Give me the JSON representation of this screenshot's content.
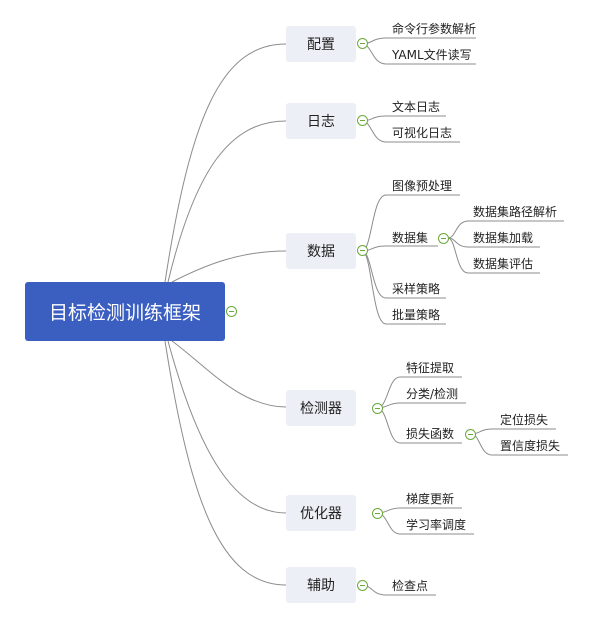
{
  "root": {
    "label": "目标检测训练框架"
  },
  "branches": {
    "config": {
      "label": "配置",
      "items": [
        "命令行参数解析",
        "YAML文件读写"
      ]
    },
    "log": {
      "label": "日志",
      "items": [
        "文本日志",
        "可视化日志"
      ]
    },
    "data": {
      "label": "数据",
      "items": [
        "图像预处理",
        "数据集",
        "采样策略",
        "批量策略"
      ],
      "dataset_children": [
        "数据集路径解析",
        "数据集加载",
        "数据集评估"
      ]
    },
    "detector": {
      "label": "检测器",
      "items": [
        "特征提取",
        "分类/检测",
        "损失函数"
      ],
      "loss_children": [
        "定位损失",
        "置信度损失"
      ]
    },
    "optimizer": {
      "label": "优化器",
      "items": [
        "梯度更新",
        "学习率调度"
      ]
    },
    "aux": {
      "label": "辅助",
      "items": [
        "检查点"
      ]
    }
  },
  "colors": {
    "root": "#3b5ec1",
    "branch": "#eceff5",
    "line": "#8c8c8c",
    "toggle": "#6aaa3a"
  }
}
